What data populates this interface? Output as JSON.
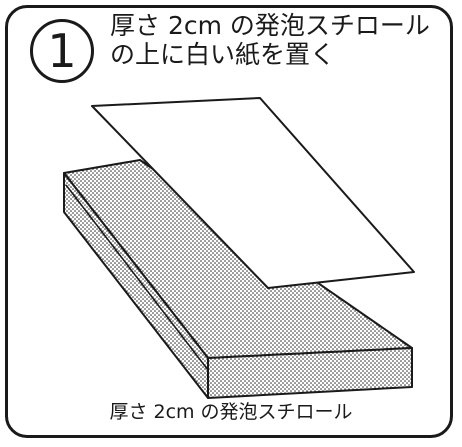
{
  "step": {
    "number": "1"
  },
  "title": {
    "line1": "厚さ 2cm の発泡スチロール",
    "line2": "の上に白い紙を置く"
  },
  "caption": "厚さ 2cm の発泡スチロール",
  "colors": {
    "ink": "#1a1a1a",
    "paper": "#ffffff"
  }
}
